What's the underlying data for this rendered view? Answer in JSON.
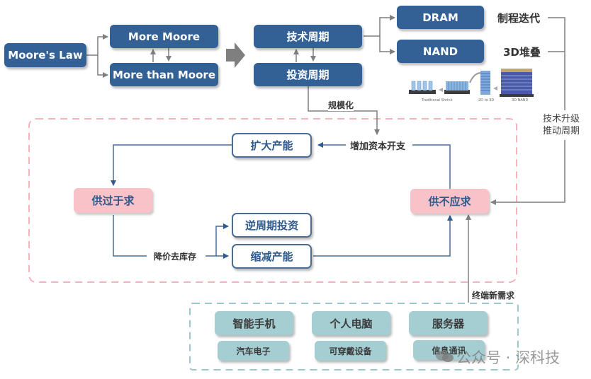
{
  "top": {
    "moores_law": "Moore's Law",
    "more_moore": "More Moore",
    "more_than_moore": "More than Moore",
    "tech_cycle": "技术周期",
    "invest_cycle": "投资周期",
    "dram": "DRAM",
    "nand": "NAND",
    "dram_note": "制程迭代",
    "nand_note": "3D堆叠",
    "scale_label": "规模化",
    "tech_upgrade_line1": "技术升级",
    "tech_upgrade_line2": "推动周期",
    "nand_figure": {
      "captions": [
        "Traditional Shrink",
        "2D to 3D",
        "3D NAND"
      ]
    }
  },
  "cycle": {
    "increase_capex": "增加资本开支",
    "expand_capacity": "扩大产能",
    "oversupply": "供过于求",
    "undersupply": "供不应求",
    "price_cut": "降价去库存",
    "countercyclical": "逆周期投资",
    "cut_capacity": "缩减产能",
    "new_demand": "终端新需求"
  },
  "demand": {
    "primary": [
      "智能手机",
      "个人电脑",
      "服务器"
    ],
    "secondary": [
      "汽车电子",
      "可穿戴设备",
      "信息通讯"
    ]
  },
  "watermark": {
    "text": "公众号 · 深科技"
  },
  "colors": {
    "blue_box": "#336195",
    "pink_box": "#f9c2c8",
    "teal_box": "#a5ced3",
    "blue_line": "#4a6d97",
    "gray_line": "#808080",
    "pink_dash": "#f5b3bc",
    "teal_dash": "#9cc9cf"
  }
}
